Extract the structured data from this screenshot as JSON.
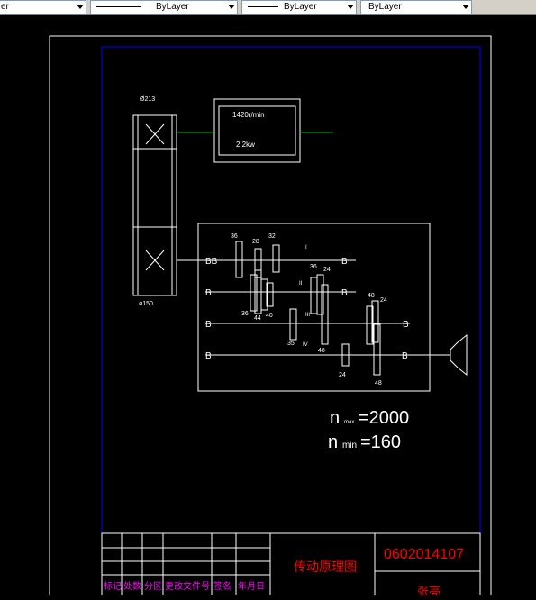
{
  "toolbar": {
    "linetype_fragment": "er",
    "linetype_label": "ByLayer",
    "lineweight_label": "ByLayer",
    "color_label": "ByLayer"
  },
  "drawing": {
    "pulley_top_dia": "Ø213",
    "pulley_bottom_dia": "ø150",
    "motor_speed": "1420r/min",
    "motor_power": "2.2kw",
    "shaft_labels": [
      "I",
      "II",
      "III",
      "IV"
    ],
    "gear_labels": [
      "36",
      "28",
      "32",
      "36",
      "24",
      "36",
      "44",
      "40",
      "48",
      "24",
      "35",
      "48",
      "24",
      "48"
    ],
    "n_max_main": "n",
    "n_max_sub": "max",
    "n_max_value": "=2000",
    "n_min_main": "n",
    "n_min_sub": "min",
    "n_min_value": "=160"
  },
  "title_block": {
    "drawing_title": "传动原理图",
    "drawing_number": "0602014107",
    "col_headers": [
      "标记",
      "处数",
      "分区",
      "更改文件号",
      "签名",
      "年月日"
    ],
    "partial_text": "张亮"
  },
  "colors": {
    "background": "#000000",
    "line": "#ffffff",
    "frame_blue": "#0000ff",
    "title_red": "#ff0000",
    "magenta": "#ff00ff",
    "centerline_green": "#00c000"
  }
}
